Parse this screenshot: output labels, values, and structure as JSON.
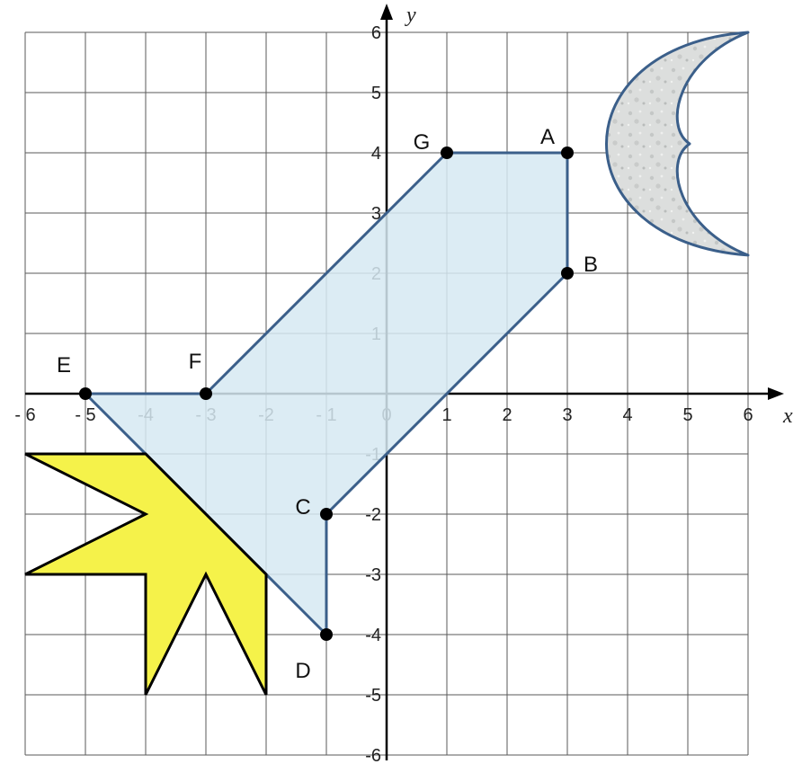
{
  "graph": {
    "x_range": [
      -6,
      6
    ],
    "y_range": [
      -6,
      6
    ],
    "x_axis_label": "x",
    "y_axis_label": "y",
    "x_tick_labels": [
      "- 6",
      "- 5",
      "-4",
      "- 3",
      "-2",
      "- 1",
      "0",
      "1",
      "2",
      "3",
      "4",
      "5",
      "6"
    ],
    "y_tick_labels": [
      "-6",
      "-5",
      "-4",
      "-3",
      "-2",
      "-1",
      "1",
      "2",
      "3",
      "4",
      "5",
      "6"
    ]
  },
  "points": [
    {
      "label": "G",
      "x": 1,
      "y": 4
    },
    {
      "label": "A",
      "x": 3,
      "y": 4
    },
    {
      "label": "B",
      "x": 3,
      "y": 2
    },
    {
      "label": "C",
      "x": -1,
      "y": -2
    },
    {
      "label": "D",
      "x": -1,
      "y": -4
    },
    {
      "label": "E",
      "x": -5,
      "y": 0
    },
    {
      "label": "F",
      "x": -3,
      "y": 0
    }
  ],
  "polygon_order": [
    "G",
    "A",
    "B",
    "C",
    "D",
    "E",
    "F"
  ],
  "star_vertices": [
    [
      -6,
      -1
    ],
    [
      -4,
      -1
    ],
    [
      -2,
      -3
    ],
    [
      -2,
      -5
    ],
    [
      -3,
      -3
    ],
    [
      -4,
      -5
    ],
    [
      -4,
      -3
    ],
    [
      -6,
      -3
    ],
    [
      -4,
      -2
    ]
  ],
  "moon": {
    "outer_tips": [
      [
        6,
        6
      ],
      [
        6,
        2.3
      ]
    ],
    "inner_curve_x": 5
  },
  "colors": {
    "grid": "#5a5a5a",
    "axis": "#000000",
    "polygon_fill": "#d6e9f2",
    "polygon_stroke": "#3b5f8a",
    "star_fill": "#f5f24a",
    "star_stroke": "#000000",
    "moon_fill": "#dcdedd",
    "moon_stroke": "#3b5f8a",
    "point": "#000000"
  }
}
